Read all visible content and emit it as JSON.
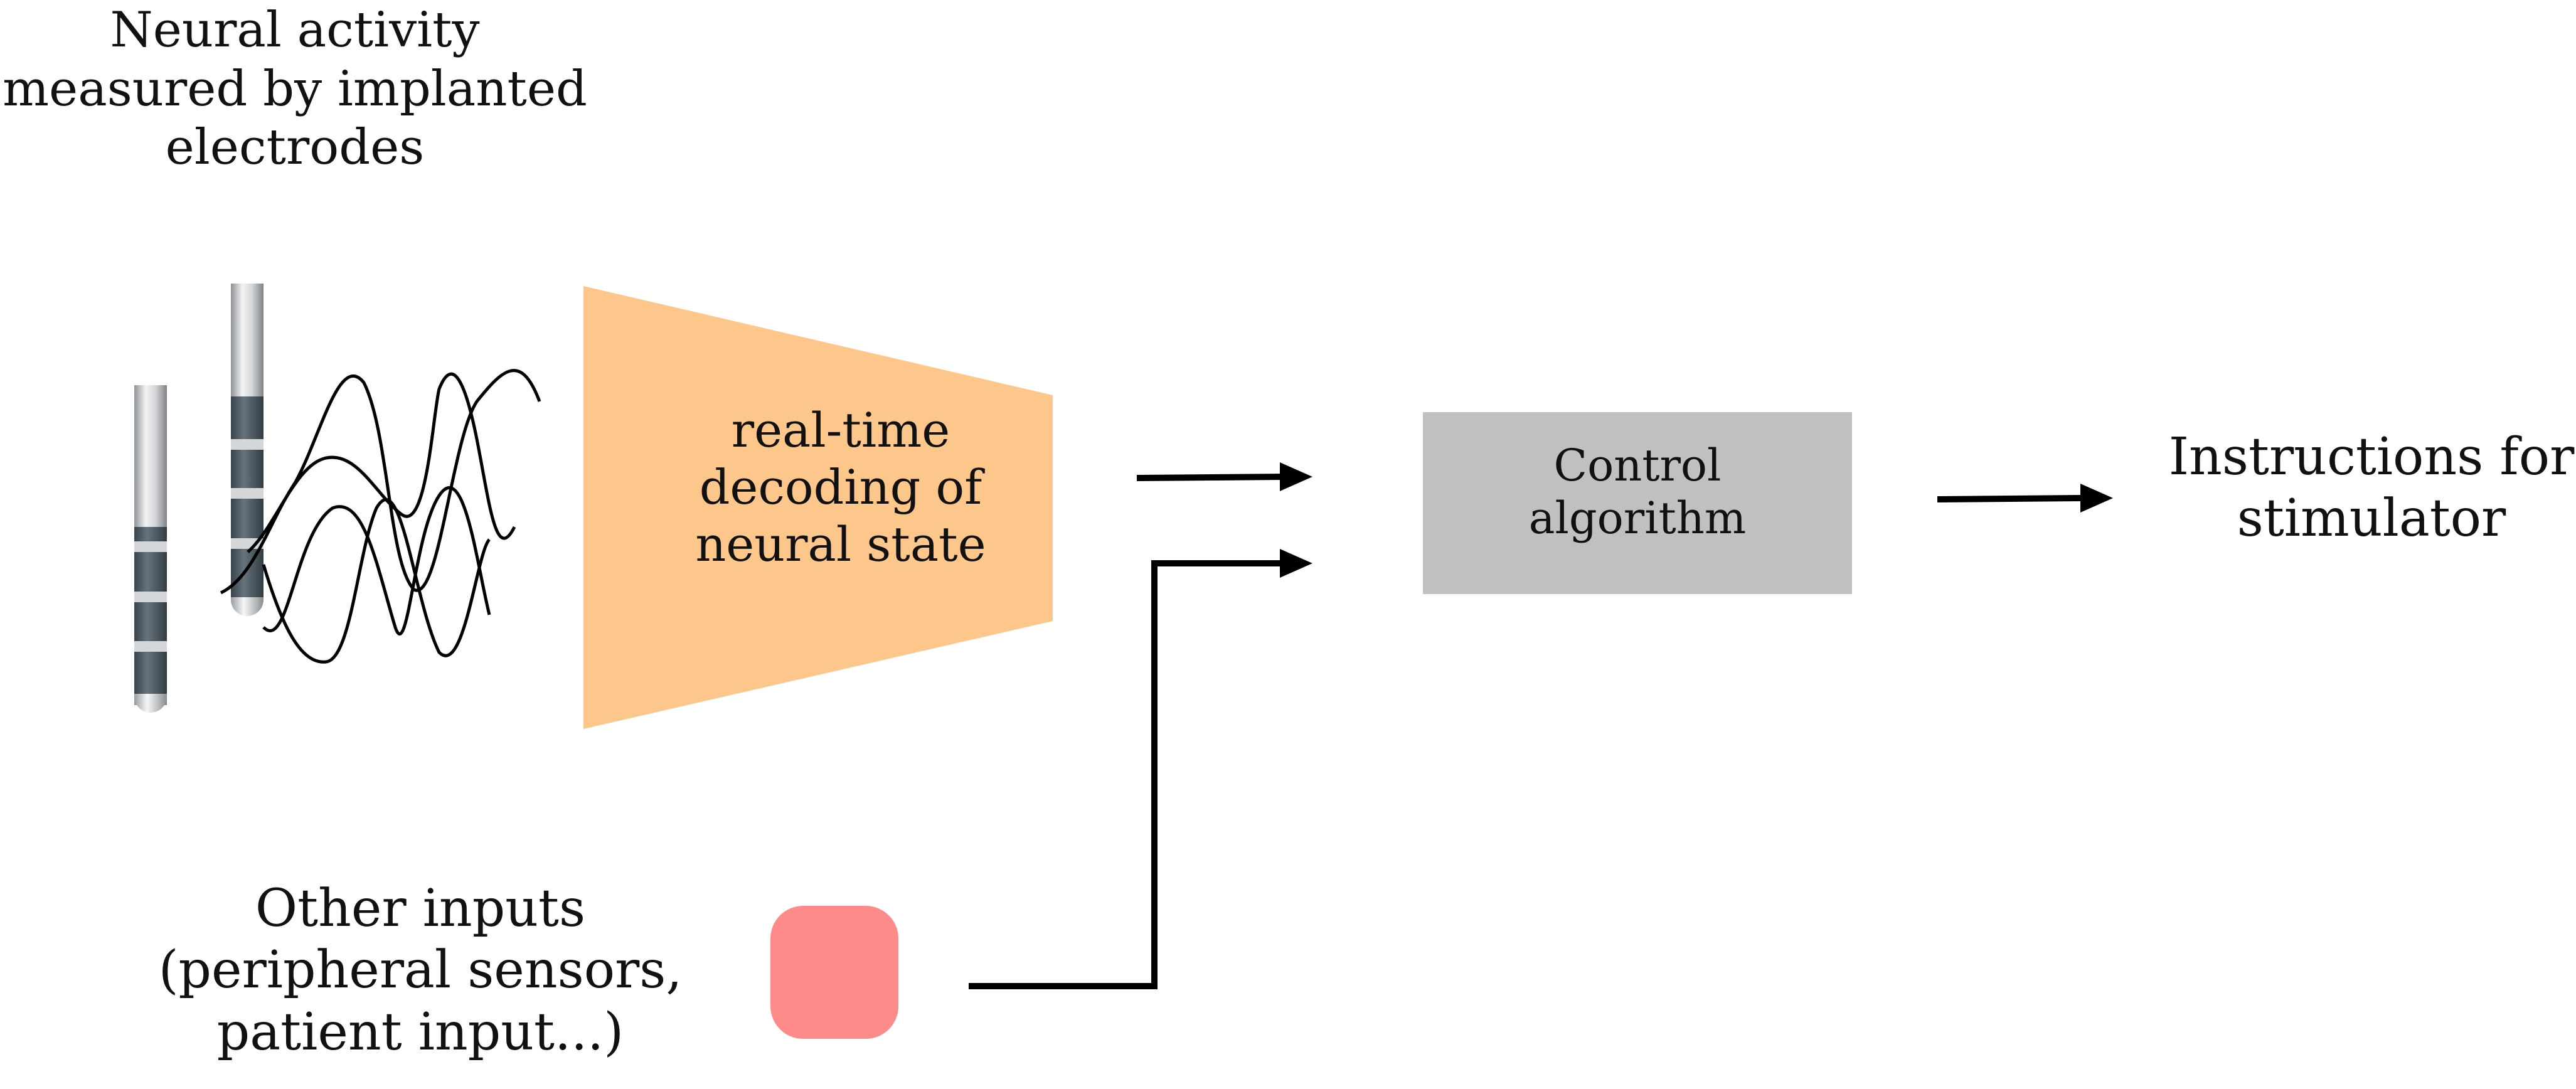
{
  "diagram": {
    "neural_label": [
      "Neural activity",
      "measured by implanted",
      "electrodes"
    ],
    "decoder_label": [
      "real-time",
      "decoding of",
      "neural state"
    ],
    "control_label": [
      "Control",
      "algorithm"
    ],
    "output_label": [
      "Instructions for",
      "stimulator"
    ],
    "other_inputs_label": [
      "Other inputs",
      "(peripheral sensors,",
      "patient input...)"
    ]
  },
  "colors": {
    "decoder_fill": "#FDC68A",
    "control_fill": "#C0C0C0",
    "other_inputs_fill": "#FF8A8A",
    "electrode_band": "#4F5D68",
    "electrode_body": "#D8DADC",
    "arrow": "#000000"
  }
}
